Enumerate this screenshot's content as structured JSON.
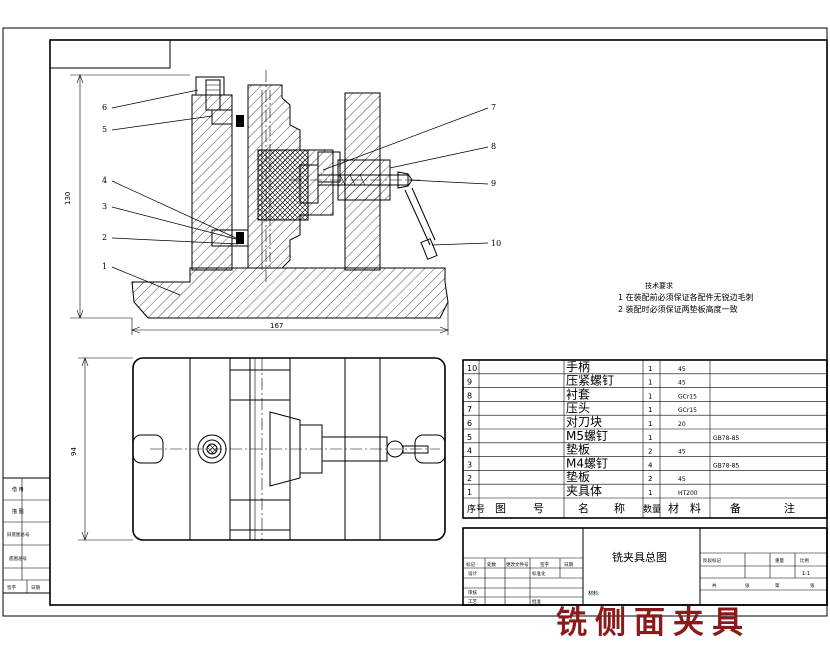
{
  "drawing": {
    "watermark_title": "铣侧面夹具",
    "title_block_name": "铣夹具总图",
    "scale": "1:1",
    "material_label": "材料:"
  },
  "tech_requirements": {
    "heading": "技术要求",
    "items": [
      "1   在装配前必须保证各配件无锐边毛刺",
      "2   装配时必须保证两垫板高度一致"
    ]
  },
  "dimensions": {
    "height": "130",
    "width": "167",
    "depth": "94"
  },
  "leaders": [
    "6",
    "5",
    "4",
    "3",
    "2",
    "1",
    "7",
    "8",
    "9",
    "10"
  ],
  "bom": {
    "headers": [
      "序号",
      "图",
      "号",
      "名",
      "称",
      "数量",
      "材",
      "料",
      "备",
      "注"
    ],
    "rows": [
      {
        "no": "10",
        "name": "手柄",
        "qty": "1",
        "material": "45",
        "note": ""
      },
      {
        "no": "9",
        "name": "压紧螺钉",
        "qty": "1",
        "material": "45",
        "note": ""
      },
      {
        "no": "8",
        "name": "衬套",
        "qty": "1",
        "material": "GCr15",
        "note": ""
      },
      {
        "no": "7",
        "name": "压头",
        "qty": "1",
        "material": "GCr15",
        "note": ""
      },
      {
        "no": "6",
        "name": "对刀块",
        "qty": "1",
        "material": "20",
        "note": ""
      },
      {
        "no": "5",
        "name": "M5螺钉",
        "qty": "1",
        "material": "",
        "note": "GB78-85"
      },
      {
        "no": "4",
        "name": "垫板",
        "qty": "2",
        "material": "45",
        "note": ""
      },
      {
        "no": "3",
        "name": "M4螺钉",
        "qty": "4",
        "material": "",
        "note": "GB78-85"
      },
      {
        "no": "2",
        "name": "垫板",
        "qty": "2",
        "material": "45",
        "note": ""
      },
      {
        "no": "1",
        "name": "夹具体",
        "qty": "1",
        "material": "HT200",
        "note": ""
      }
    ]
  },
  "title_block": {
    "revision_headers": [
      "标记",
      "处数",
      "更改文件号",
      "签字",
      "日期"
    ],
    "left_labels": [
      "设计",
      "",
      "审核",
      "工艺"
    ],
    "right_headers": [
      "阶段标记",
      "重量",
      "比例"
    ],
    "sheet_labels": [
      "共",
      "张",
      "第",
      "张"
    ],
    "sign_labels": [
      "标准化",
      "批准"
    ]
  },
  "left_strip": {
    "labels": [
      "借 用",
      "描 图",
      "旧底图总号",
      "底图总号",
      "签字",
      "日期"
    ]
  }
}
